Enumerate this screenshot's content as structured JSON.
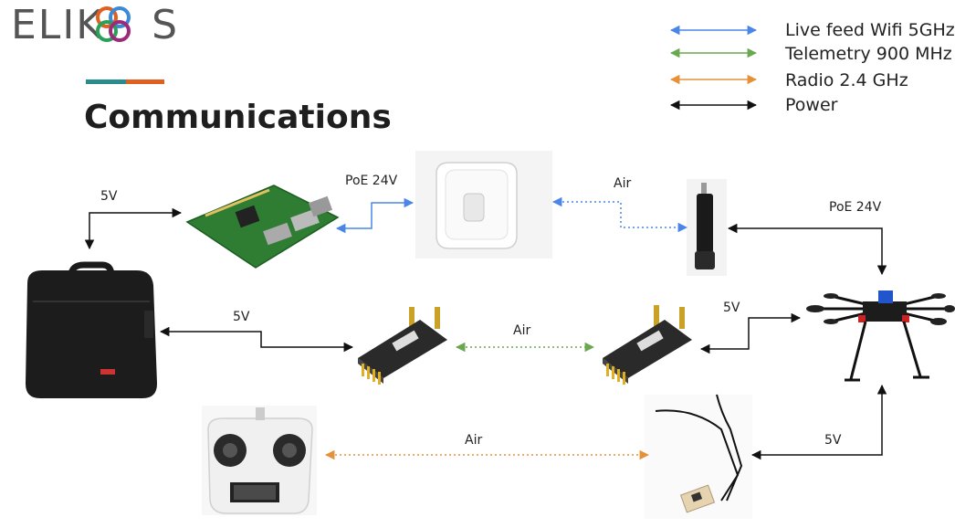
{
  "logo": {
    "left": "ELIK",
    "right": "S"
  },
  "title": "Communications",
  "colors": {
    "wifi": "#4a86e8",
    "telemetry": "#6aa84f",
    "radio": "#e69138",
    "power": "#111111",
    "accent_teal": "#2a8c8c",
    "accent_orange": "#e06020"
  },
  "legend": [
    {
      "label": "Live feed Wifi 5GHz",
      "type": "wifi"
    },
    {
      "label": "Telemetry 900 MHz",
      "type": "telemetry"
    },
    {
      "label": "Radio 2.4 GHz",
      "type": "radio"
    },
    {
      "label": "Power",
      "type": "power"
    }
  ],
  "connections": {
    "case_to_pi_power": "5V",
    "pi_to_ap_poe": "PoE 24V",
    "ap_to_ant_air": "Air",
    "ant_to_drone_poe": "PoE 24V",
    "case_to_telem_power": "5V",
    "telem_air": "Air",
    "telem_to_drone_power": "5V",
    "radio_air": "Air",
    "rx_to_drone_power": "5V"
  },
  "devices": [
    {
      "name": "Raspberry Pi",
      "icon": "raspberry-pi-icon"
    },
    {
      "name": "Wifi access point",
      "icon": "access-point-icon"
    },
    {
      "name": "Antenna",
      "icon": "antenna-icon"
    },
    {
      "name": "Carry case",
      "icon": "case-icon"
    },
    {
      "name": "Telemetry radio",
      "icon": "telemetry-module-icon"
    },
    {
      "name": "Drone",
      "icon": "drone-icon"
    },
    {
      "name": "RC transmitter",
      "icon": "transmitter-icon"
    },
    {
      "name": "RC receiver",
      "icon": "receiver-icon"
    }
  ]
}
